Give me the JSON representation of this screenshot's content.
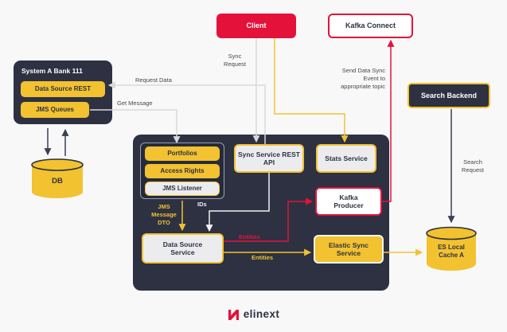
{
  "diagram": {
    "nodes": {
      "client": "Client",
      "kafka_connect": "Kafka Connect",
      "system_a": {
        "title": "System A Bank 111",
        "data_source_rest": "Data Source REST",
        "jms_queues": "JMS Queues"
      },
      "db": "DB",
      "pipeline": {
        "portfolios": "Portfolios",
        "access_rights": "Access Rights",
        "jms_listener": "JMS Listener",
        "sync_service_rest_api": "Sync Service REST API",
        "stats_service": "Stats Service",
        "kafka_producer": "Kafka Producer",
        "data_source_service": "Data Source Service",
        "elastic_sync_service": "Elastic Sync Service"
      },
      "search_backend": "Search Backend",
      "es_local_cache": "ES Local Cache A"
    },
    "edges": {
      "sync_request": "Sync Request",
      "request_data": "Request Data",
      "get_message": "Get Message",
      "send_data_sync": "Send Data Sync Event to appropriate topic",
      "jms_message_dto": "JMS Message DTO",
      "ids": "IDs",
      "entities_to_kafka": "Entities",
      "entities_to_elastic": "Entities",
      "search_request": "Search Request"
    },
    "colors": {
      "yellow": "#F2C230",
      "red": "#E4123B",
      "dark_navy": "#2D3142",
      "light_box": "#ECECEF"
    },
    "footer": {
      "brand": "elinext"
    }
  }
}
